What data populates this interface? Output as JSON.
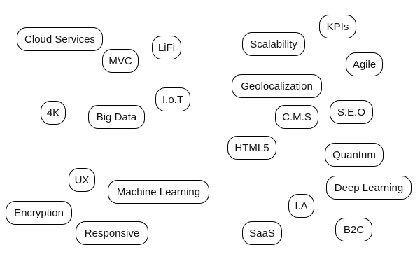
{
  "tags": [
    "Cloud Services",
    "MVC",
    "LiFi",
    "I.o.T",
    "4K",
    "Big Data",
    "UX",
    "Machine Learning",
    "Encryption",
    "Responsive",
    "Scalability",
    "KPIs",
    "Agile",
    "Geolocalization",
    "C.M.S",
    "S.E.O",
    "HTML5",
    "Quantum",
    "Deep Learning",
    "I.A",
    "SaaS",
    "B2C"
  ]
}
